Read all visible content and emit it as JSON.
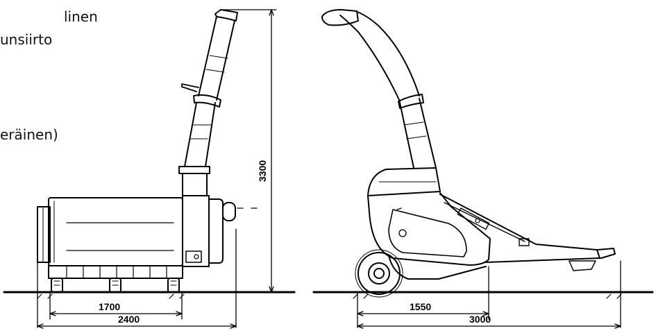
{
  "text_fragments": {
    "line1": "linen",
    "line2": "unsiirto",
    "line3": "eräinen)"
  },
  "dimensions": {
    "height": "3300",
    "left_inner_width": "1700",
    "left_total_width": "2400",
    "right_inner_width": "1550",
    "right_total_width": "3000"
  },
  "colors": {
    "stroke": "#000000",
    "background": "#ffffff"
  }
}
